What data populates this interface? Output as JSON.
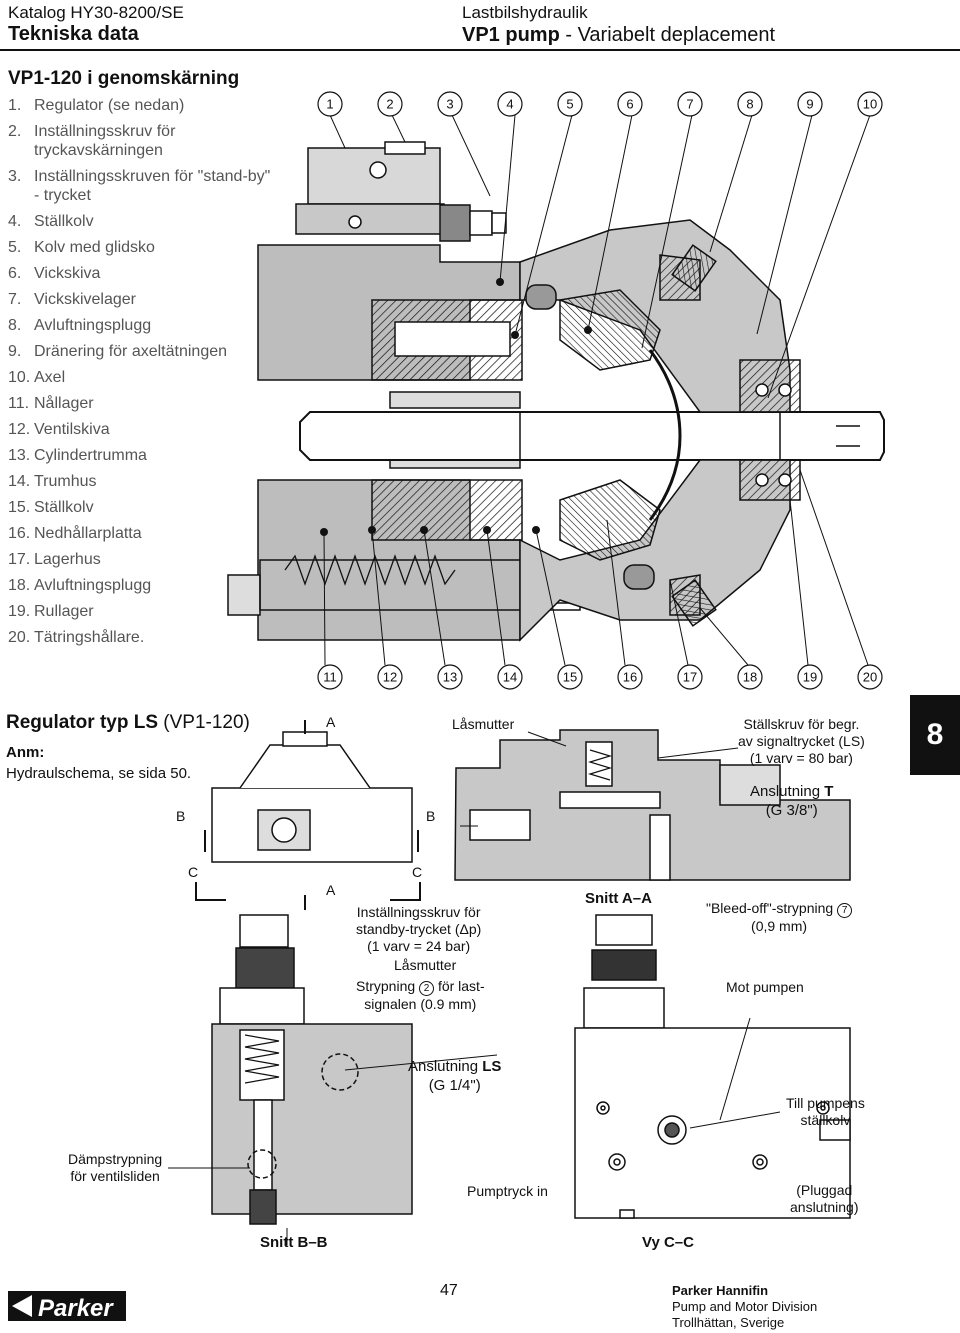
{
  "header": {
    "catalog": "Katalog HY30-8200/SE",
    "section": "Tekniska data",
    "product_line": "Lastbilshydraulik",
    "product_bold": "VP1 pump",
    "product_rest": " - Variabelt deplacement"
  },
  "parts": {
    "title": "VP1-120 i genomskärning",
    "items": [
      {
        "n": "1.",
        "t": "Regulator (se nedan)"
      },
      {
        "n": "2.",
        "t": "Inställningsskruv för tryckavskärningen"
      },
      {
        "n": "3.",
        "t": "Inställningsskruven för \"stand-by\" - trycket"
      },
      {
        "n": "4.",
        "t": "Ställkolv"
      },
      {
        "n": "5.",
        "t": "Kolv med glidsko"
      },
      {
        "n": "6.",
        "t": "Vickskiva"
      },
      {
        "n": "7.",
        "t": "Vickskivelager"
      },
      {
        "n": "8.",
        "t": "Avluftningsplugg"
      },
      {
        "n": "9.",
        "t": "Dränering för axeltätningen"
      },
      {
        "n": "10.",
        "t": "Axel"
      },
      {
        "n": "11.",
        "t": "Nållager"
      },
      {
        "n": "12.",
        "t": "Ventilskiva"
      },
      {
        "n": "13.",
        "t": "Cylindertrumma"
      },
      {
        "n": "14.",
        "t": "Trumhus"
      },
      {
        "n": "15.",
        "t": "Ställkolv"
      },
      {
        "n": "16.",
        "t": "Nedhållarplatta"
      },
      {
        "n": "17.",
        "t": "Lagerhus"
      },
      {
        "n": "18.",
        "t": "Avluftningsplugg"
      },
      {
        "n": "19.",
        "t": "Rullager"
      },
      {
        "n": "20.",
        "t": "Tätringshållare."
      }
    ]
  },
  "callouts_top": [
    "1",
    "2",
    "3",
    "4",
    "5",
    "6",
    "7",
    "8",
    "9",
    "10"
  ],
  "callouts_bottom": [
    "11",
    "12",
    "13",
    "14",
    "15",
    "16",
    "17",
    "18",
    "19",
    "20"
  ],
  "regulator": {
    "title_bold": "Regulator typ LS",
    "title_rest": " (VP1-120)",
    "anm": "Anm:",
    "note": "Hydraulschema, se sida 50."
  },
  "labels": {
    "sec_a": "A",
    "sec_b": "B",
    "sec_c": "C",
    "lasmutter": "Låsmutter",
    "stallskruv_1": "Ställskruv för begr.",
    "stallskruv_2": "av signaltrycket (LS)",
    "stallskruv_3": "(1 varv = 80 bar)",
    "anslutning_t_1": "Anslutning",
    "anslutning_t_bold": "T",
    "anslutning_t_2": "(G 3/8\")",
    "standby_1": "Inställningsskruv för",
    "standby_2": "standby-trycket (Δp)",
    "standby_3": "(1 varv = 24 bar)",
    "lasmutter2": "Låsmutter",
    "strypning_1a": "Strypning",
    "strypning_num": "2",
    "strypning_1b": "för last-",
    "strypning_2": "signalen (0.9 mm)",
    "snitt_aa": "Snitt A–A",
    "bleed_1": "\"Bleed-off\"-strypning",
    "bleed_num": "7",
    "bleed_2": "(0,9 mm)",
    "mot_pumpen": "Mot pumpen",
    "anslutning_ls_1": "Anslutning",
    "anslutning_ls_bold": "LS",
    "anslutning_ls_2": "(G 1/4\")",
    "till_1": "Till pumpens",
    "till_2": "ställkolv",
    "dampstrypning_1": "Dämpstrypning",
    "dampstrypning_2": "för ventilsliden",
    "pumptryck": "Pumptryck in",
    "pluggad_1": "(Pluggad",
    "pluggad_2": "anslutning)",
    "snitt_bb": "Snitt B–B",
    "vy_cc": "Vy C–C"
  },
  "tab": "8",
  "footer": {
    "page": "47",
    "company": "Parker Hannifin",
    "division": "Pump and Motor Division",
    "location": "Trollhättan, Sverige",
    "logo_text": "Parker"
  }
}
